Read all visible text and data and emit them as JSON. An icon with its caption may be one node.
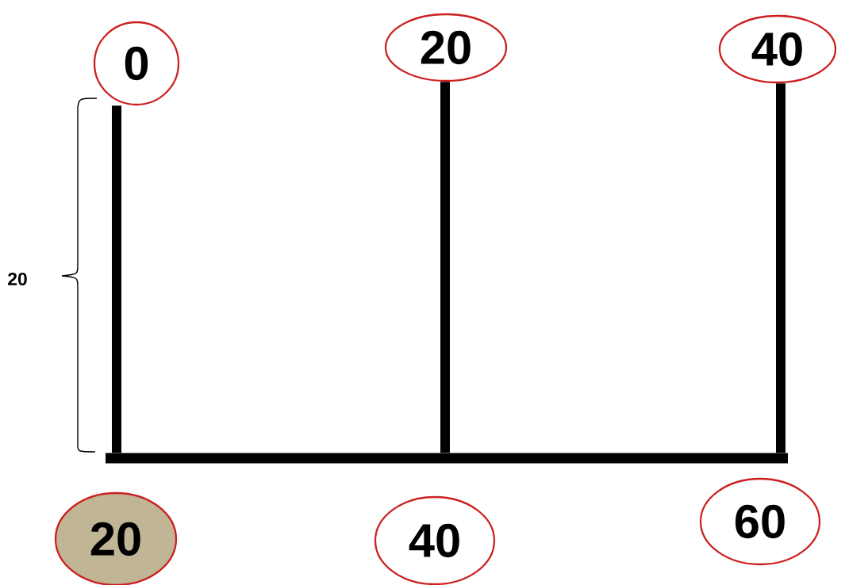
{
  "diagram": {
    "nodes": [
      {
        "text": [
          "0"
        ]
      },
      {
        "text": [
          "20"
        ]
      },
      {
        "text": [
          "40"
        ]
      },
      {
        "text": [],
        "shape": "bar"
      },
      {
        "text": [
          "20"
        ]
      },
      {
        "text": [
          "40"
        ]
      },
      {
        "text": [
          "60"
        ]
      }
    ],
    "edges": [
      {
        "from": 0,
        "to": 3,
        "arrow": "none"
      },
      {
        "from": 1,
        "to": 3,
        "arrow": "none"
      },
      {
        "from": 2,
        "to": 3,
        "arrow": "none"
      }
    ],
    "labels": [
      "20"
    ]
  }
}
